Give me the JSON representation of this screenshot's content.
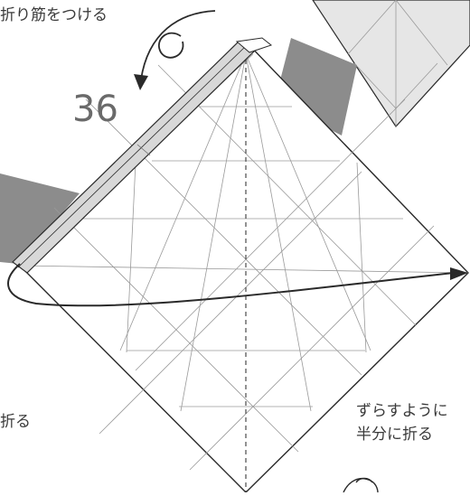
{
  "labels": {
    "top_instruction": "折り筋をつける",
    "step_number": "36",
    "left_instruction": "折る",
    "right_instruction_line1": "ずらすように",
    "right_instruction_line2": "半分に折る"
  },
  "colors": {
    "paper": "#ffffff",
    "crease_line": "#9a9a9a",
    "outline": "#2a2a2a",
    "shadow": "#8c8c8c",
    "flap_fill": "#d8d8d8",
    "corner_paper": "#e6e6e6"
  },
  "icons": [
    "rotate-arrow-icon",
    "fold-arrow-icon",
    "hand-icon"
  ]
}
